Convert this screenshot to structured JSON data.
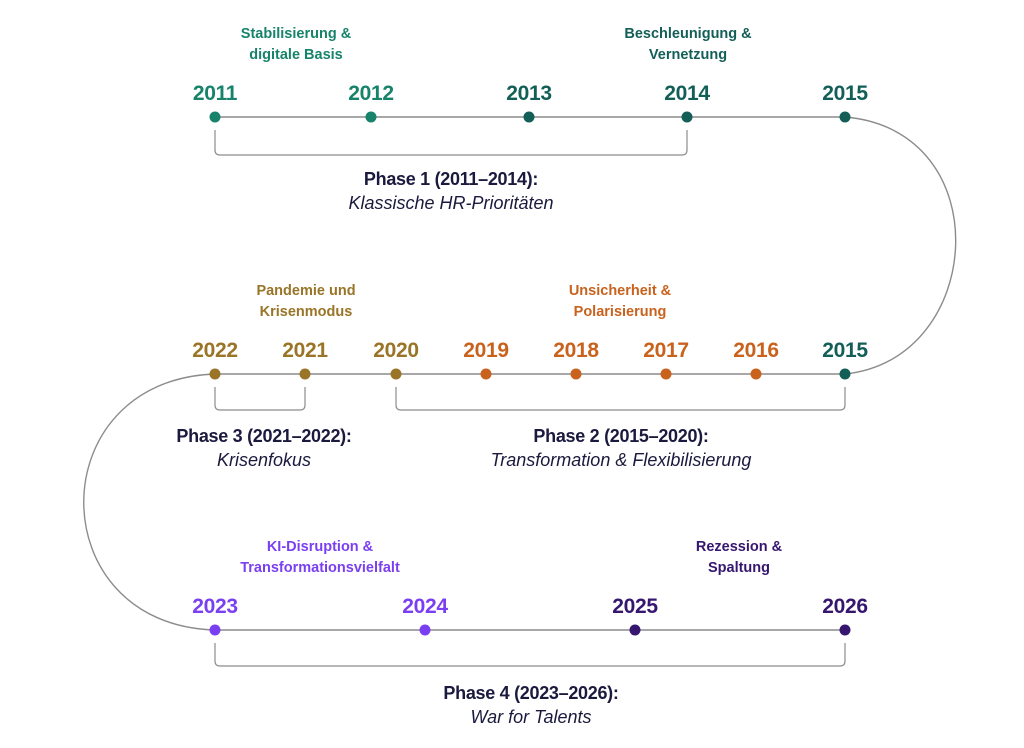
{
  "colors": {
    "green_light": "#17836b",
    "teal": "#135f58",
    "olive": "#9a7427",
    "orange": "#c8621d",
    "violet": "#7b3ff2",
    "indigo": "#36166f",
    "phase_text": "#1b1a3e",
    "line": "#8c8c8c"
  },
  "rows": [
    {
      "eras": [
        {
          "line1": "Stabilisierung &",
          "line2": "digitale Basis"
        },
        {
          "line1": "Beschleunigung &",
          "line2": "Vernetzung"
        }
      ],
      "years": [
        "2011",
        "2012",
        "2013",
        "2014",
        "2015"
      ]
    },
    {
      "eras": [
        {
          "line1": "Pandemie und",
          "line2": "Krisenmodus"
        },
        {
          "line1": "Unsicherheit &",
          "line2": "Polarisierung"
        }
      ],
      "years": [
        "2022",
        "2021",
        "2020",
        "2019",
        "2018",
        "2017",
        "2016",
        "2015"
      ]
    },
    {
      "eras": [
        {
          "line1": "KI-Disruption &",
          "line2": "Transformationsvielfalt"
        },
        {
          "line1": "Rezession &",
          "line2": "Spaltung"
        }
      ],
      "years": [
        "2023",
        "2024",
        "2025",
        "2026"
      ]
    }
  ],
  "phases": [
    {
      "title": "Phase 1 (2011–2014):",
      "subtitle": "Klassische HR-Prioritäten"
    },
    {
      "title": "Phase 2 (2015–2020):",
      "subtitle": "Transformation & Flexibilisierung"
    },
    {
      "title": "Phase 3 (2021–2022):",
      "subtitle": "Krisenfokus"
    },
    {
      "title": "Phase 4 (2023–2026):",
      "subtitle": "War for Talents"
    }
  ]
}
